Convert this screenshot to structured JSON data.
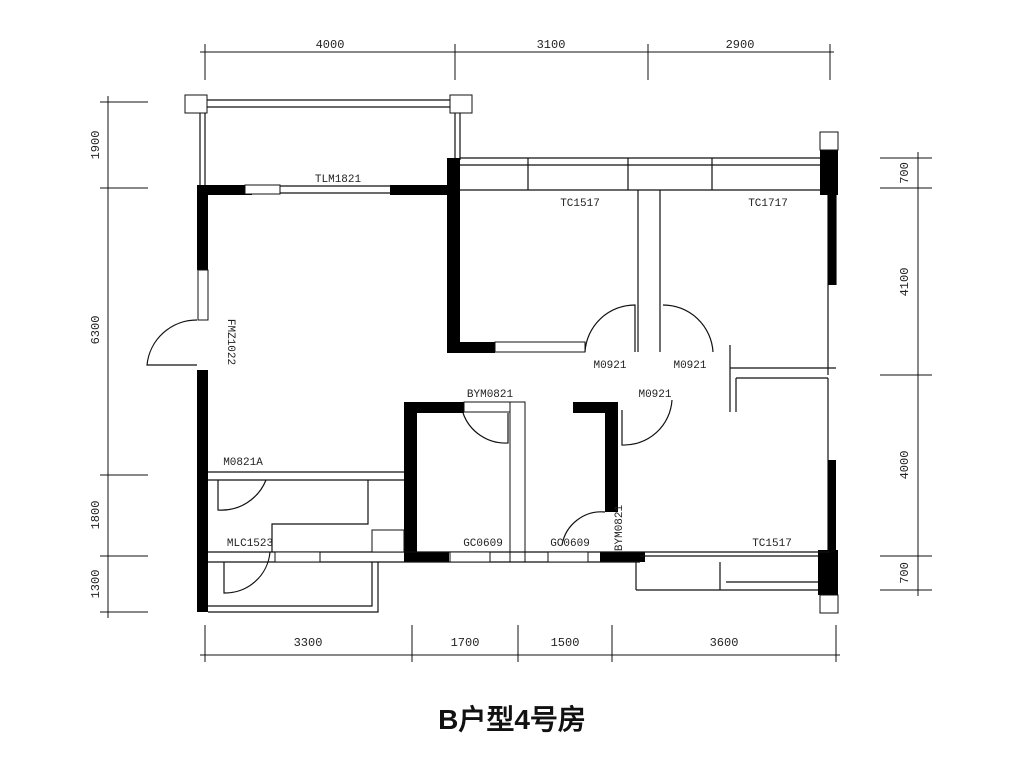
{
  "title": "B户型4号房",
  "dimensions": {
    "top": [
      "4000",
      "3100",
      "2900"
    ],
    "bottom": [
      "3300",
      "1700",
      "1500",
      "3600"
    ],
    "left": [
      "1900",
      "6300",
      "1800",
      "1300"
    ],
    "right": [
      "700",
      "4100",
      "4000",
      "700"
    ]
  },
  "labels": {
    "tlm": "TLM1821",
    "tc1517_top": "TC1517",
    "tc1717": "TC1717",
    "fmz": "FMZ1022",
    "m0921_a": "M0921",
    "m0921_b": "M0921",
    "m0921_c": "M0921",
    "bym0821_top": "BYM0821",
    "bym0821_side": "BYM0821",
    "m0821a": "M0821A",
    "mlc1523": "MLC1523",
    "gc0609_a": "GC0609",
    "gc0609_b": "GC0609",
    "tc1517_bottom": "TC1517"
  }
}
